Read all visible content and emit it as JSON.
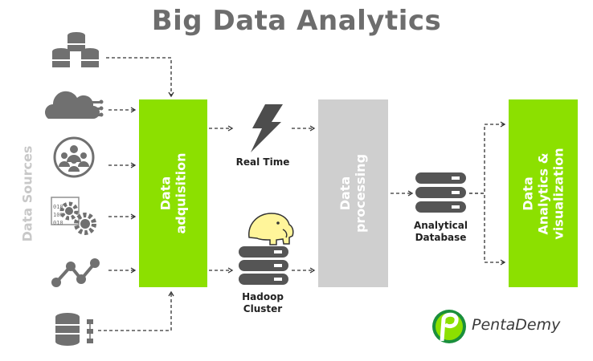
{
  "title": "Big Data Analytics",
  "side_label": "Data Sources",
  "boxes": {
    "acquisition": [
      "Data",
      "adquisition"
    ],
    "processing": [
      "Data",
      "processing"
    ],
    "analytics": [
      "Data",
      "Analytics &",
      "visualization"
    ]
  },
  "labels": {
    "real_time": "Real Time",
    "hadoop": [
      "Hadoop",
      "Cluster"
    ],
    "analytical_db": [
      "Analytical",
      "Database"
    ]
  },
  "brand": {
    "name": "PentaDemy"
  },
  "colors": {
    "green": "#8ce000",
    "gray_box": "#cfcfcf",
    "icon_gray": "#707070",
    "text_dark": "#222222",
    "title": "#6d6d6d"
  },
  "icons": [
    "database-cluster-icon",
    "cloud-network-icon",
    "users-group-icon",
    "gears-code-icon",
    "network-graph-icon",
    "database-flowchart-icon",
    "lightning-icon",
    "hadoop-elephant-icon",
    "server-stack-icon",
    "pentademy-logo-icon"
  ]
}
